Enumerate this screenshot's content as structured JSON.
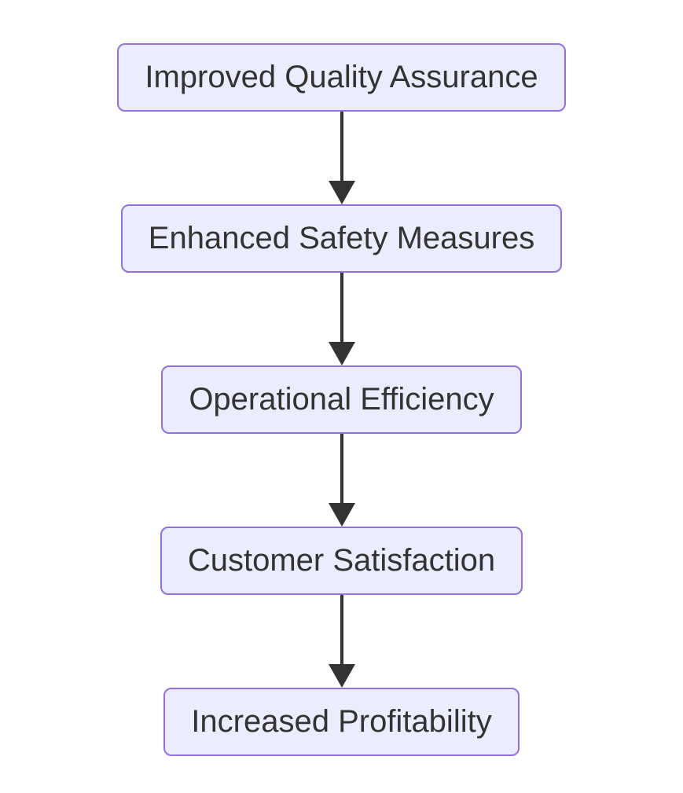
{
  "diagram": {
    "type": "flowchart",
    "direction": "top-down",
    "colors": {
      "canvas_bg": "#ffffff",
      "node_fill": "#ECECFF",
      "node_border": "#9370DB",
      "text_color": "#333333",
      "arrow_color": "#333333"
    },
    "nodes": [
      {
        "label": "Improved Quality Assurance"
      },
      {
        "label": "Enhanced Safety Measures"
      },
      {
        "label": "Operational Efficiency"
      },
      {
        "label": "Customer Satisfaction"
      },
      {
        "label": "Increased Profitability"
      }
    ],
    "edges": [
      {
        "from": "Improved Quality Assurance",
        "to": "Enhanced Safety Measures",
        "style": "arrow-down"
      },
      {
        "from": "Enhanced Safety Measures",
        "to": "Operational Efficiency",
        "style": "arrow-down"
      },
      {
        "from": "Operational Efficiency",
        "to": "Customer Satisfaction",
        "style": "arrow-down"
      },
      {
        "from": "Customer Satisfaction",
        "to": "Increased Profitability",
        "style": "arrow-down"
      }
    ]
  }
}
